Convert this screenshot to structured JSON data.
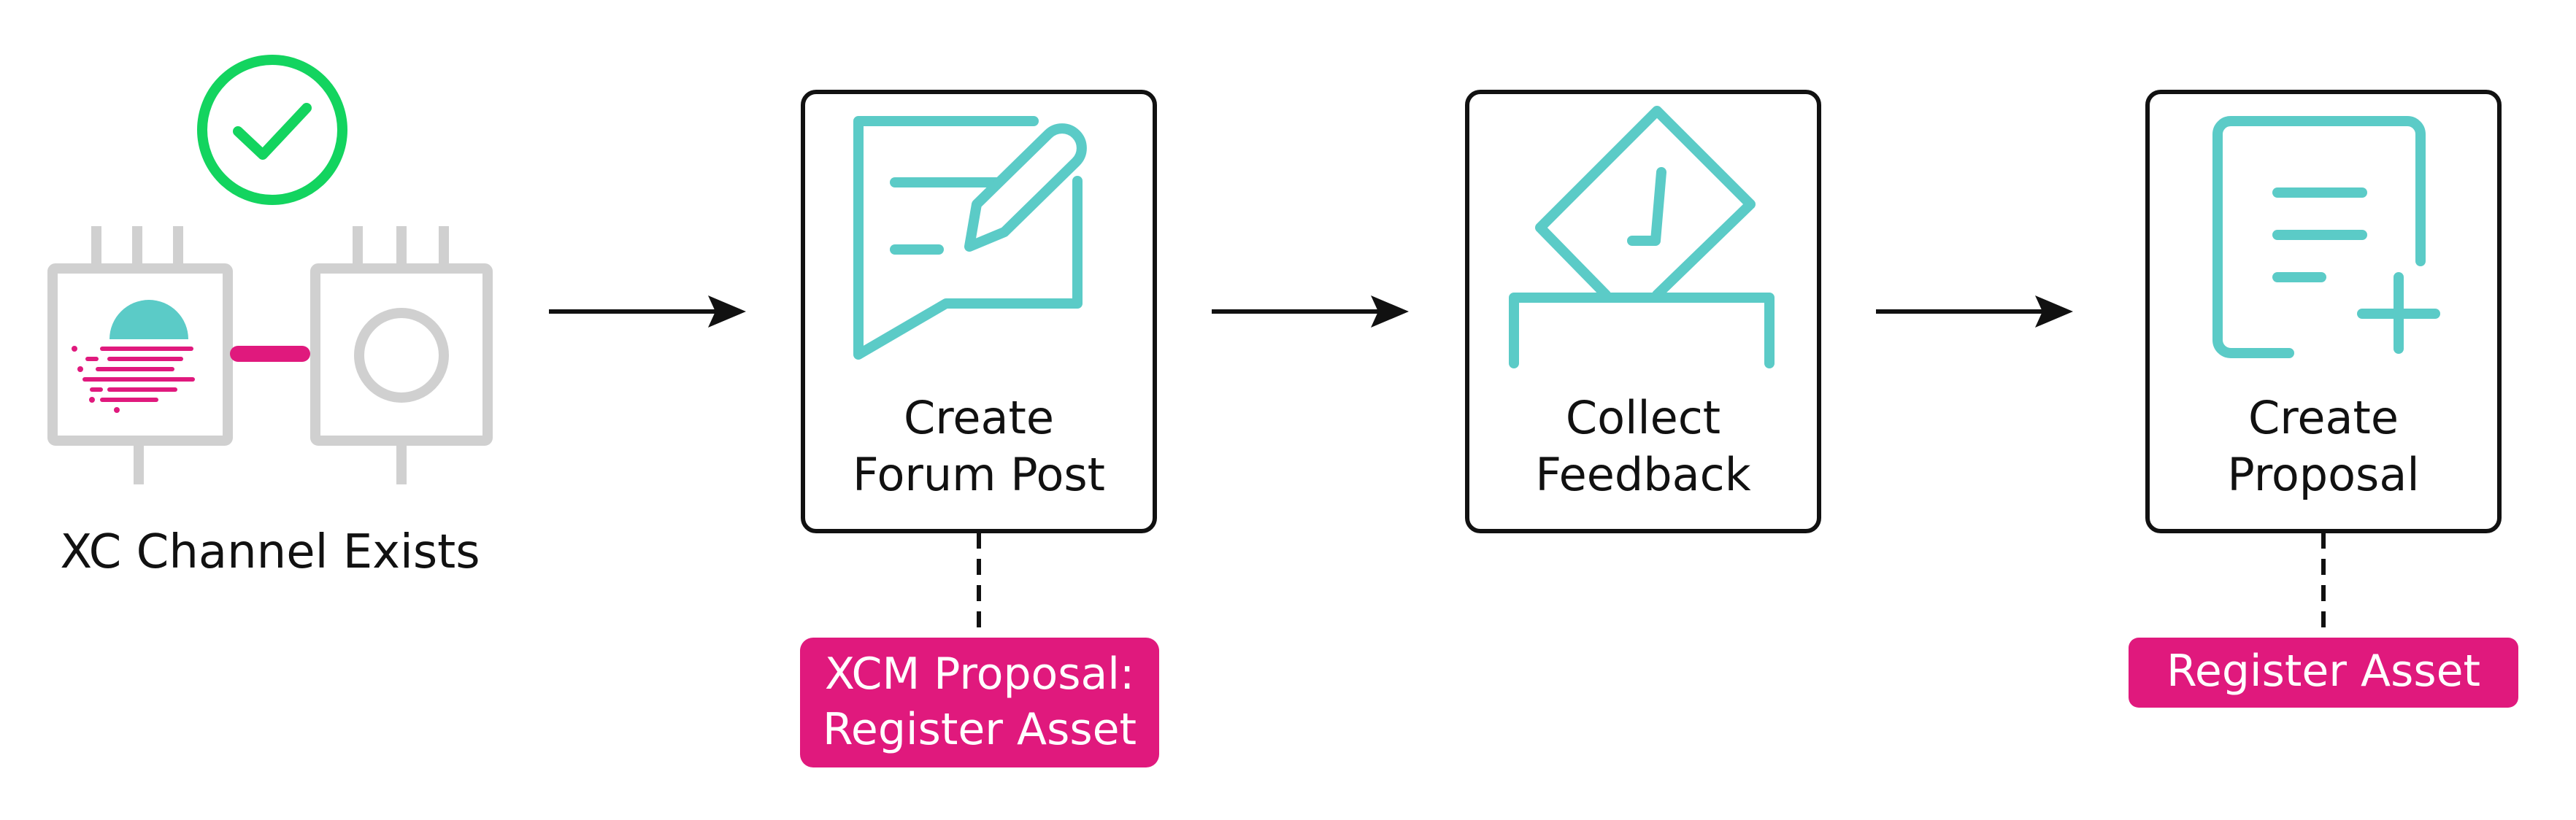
{
  "colors": {
    "teal": "#5BCBC7",
    "magenta": "#E0197D",
    "check_green": "#13D45F",
    "chip_gray": "#D0D0D0",
    "box_border": "#111111",
    "arrow": "#111111",
    "tag_text": "#ffffff"
  },
  "start": {
    "label": "XC Channel Exists",
    "icons": [
      "check-circle-icon",
      "chip-moonbeam-icon",
      "chip-ring-icon"
    ]
  },
  "steps": [
    {
      "label_line1": "Create",
      "label_line2": "Forum Post",
      "icon": "forum-post-icon",
      "tag": {
        "line1": "XCM Proposal:",
        "line2": "Register Asset"
      }
    },
    {
      "label_line1": "Collect",
      "label_line2": "Feedback",
      "icon": "ballot-box-icon"
    },
    {
      "label_line1": "Create",
      "label_line2": "Proposal",
      "icon": "new-document-icon",
      "tag": {
        "line1": "Register Asset"
      }
    }
  ]
}
